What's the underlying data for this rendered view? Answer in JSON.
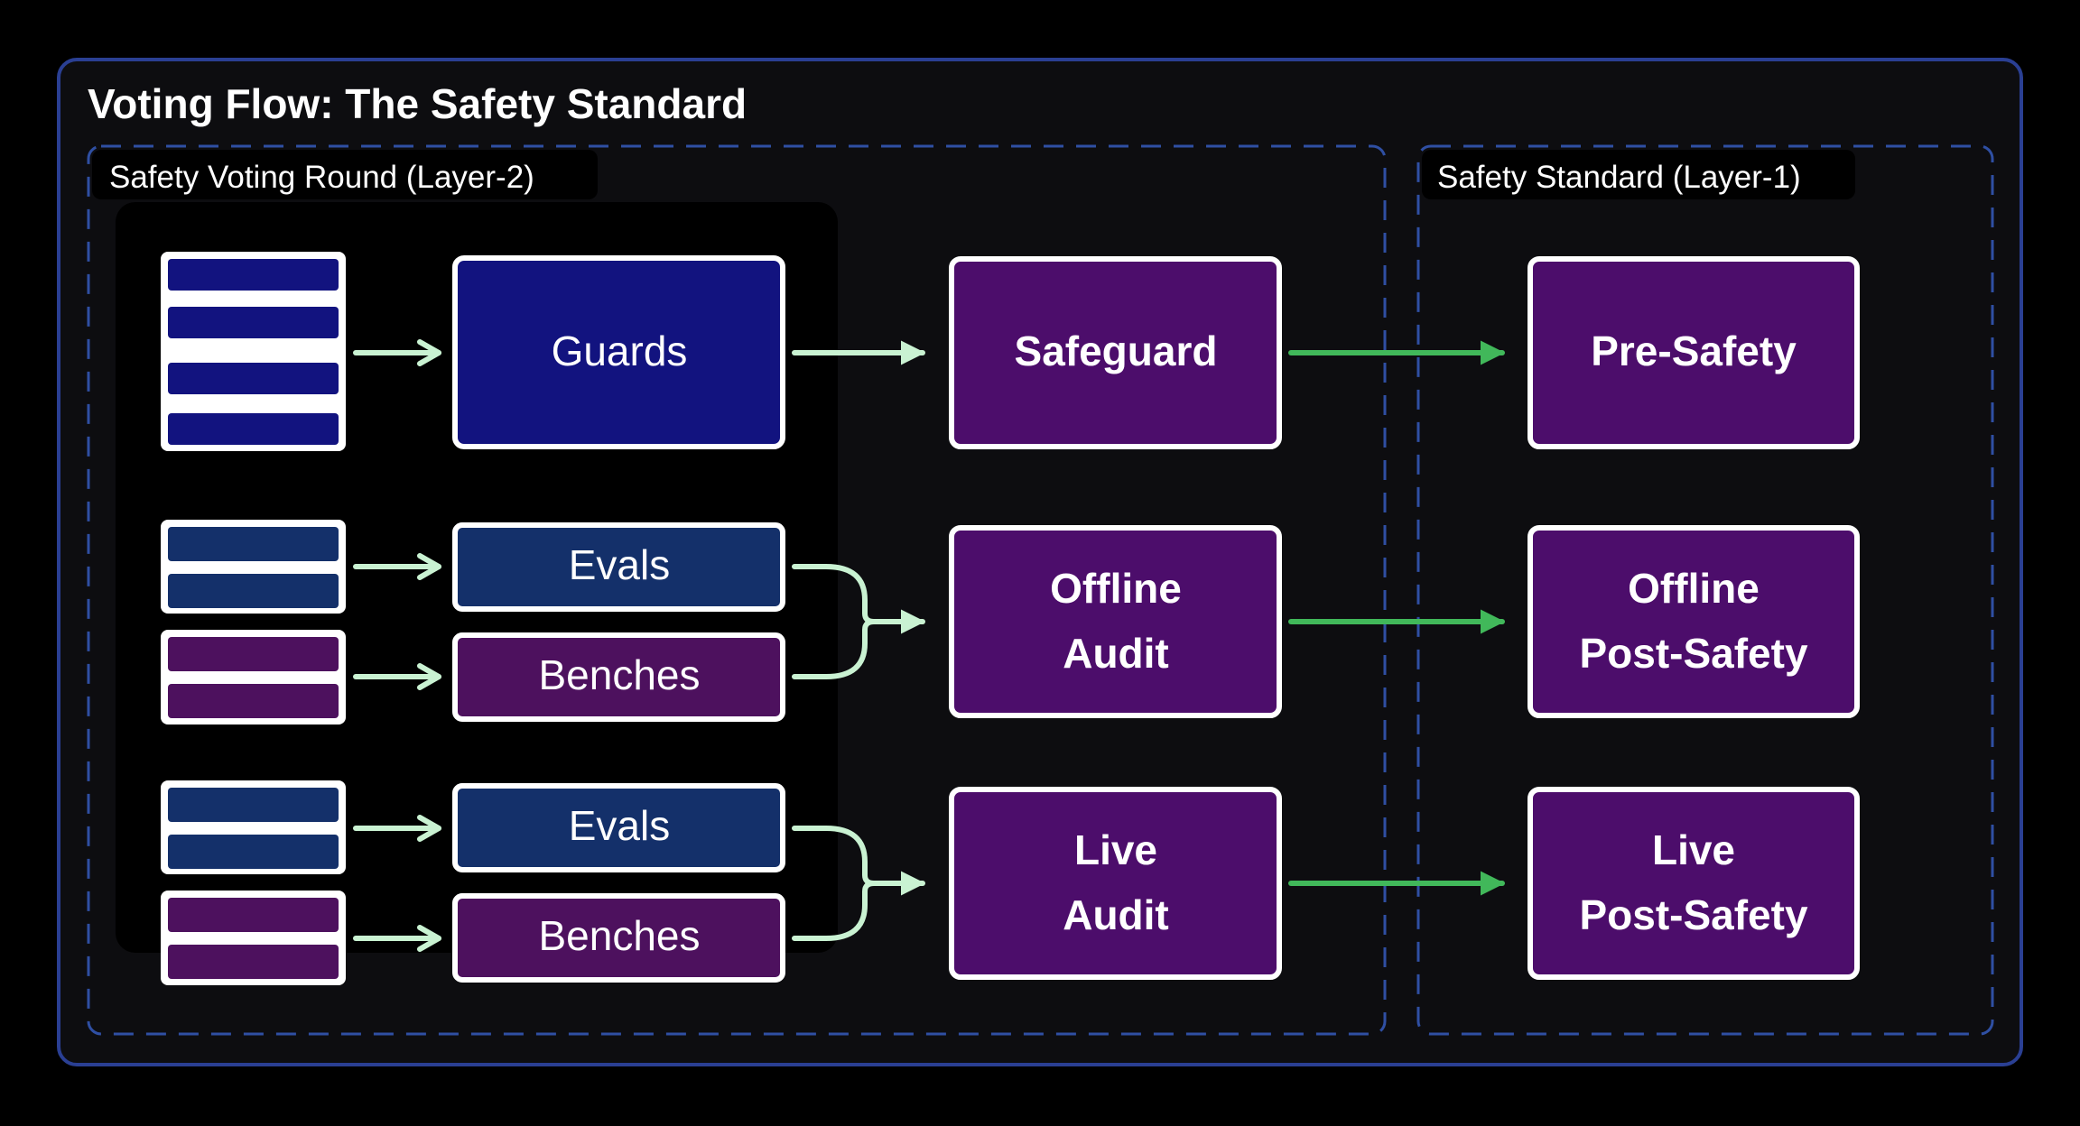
{
  "title": "Voting Flow: The Safety Standard",
  "groups": {
    "layer2": {
      "label": "Safety Voting Round (Layer-2)"
    },
    "layer1": {
      "label": "Safety Standard (Layer-1)"
    }
  },
  "rows": [
    {
      "sources": [
        {
          "label": "Guards",
          "fill": "#12137f",
          "bars": 4,
          "bar_fill": "#12137f"
        }
      ],
      "audit": {
        "lines": [
          "Safeguard"
        ]
      },
      "result": {
        "lines": [
          "Pre-Safety"
        ]
      }
    },
    {
      "sources": [
        {
          "label": "Evals",
          "fill": "#14306a",
          "bars": 2,
          "bar_fill": "#14306a"
        },
        {
          "label": "Benches",
          "fill": "#4d115e",
          "bars": 2,
          "bar_fill": "#4d115e"
        }
      ],
      "audit": {
        "lines": [
          "Offline",
          "Audit"
        ]
      },
      "result": {
        "lines": [
          "Offline",
          "Post-Safety"
        ]
      }
    },
    {
      "sources": [
        {
          "label": "Evals",
          "fill": "#14306a",
          "bars": 2,
          "bar_fill": "#14306a"
        },
        {
          "label": "Benches",
          "fill": "#4d115e",
          "bars": 2,
          "bar_fill": "#4d115e"
        }
      ],
      "audit": {
        "lines": [
          "Live",
          "Audit"
        ]
      },
      "result": {
        "lines": [
          "Live",
          "Post-Safety"
        ]
      }
    }
  ],
  "colors": {
    "background": "#000000",
    "panel": "#0d0d10",
    "panel_border": "#2a3f93",
    "group_dash": "#2f4fa3",
    "label_bg": "#000000",
    "text": "#ffffff",
    "node_border": "#ffffff",
    "audit_fill": "#4c0d6b",
    "input_arrow": "#c9f2d2",
    "output_arrow": "#41b85a"
  }
}
